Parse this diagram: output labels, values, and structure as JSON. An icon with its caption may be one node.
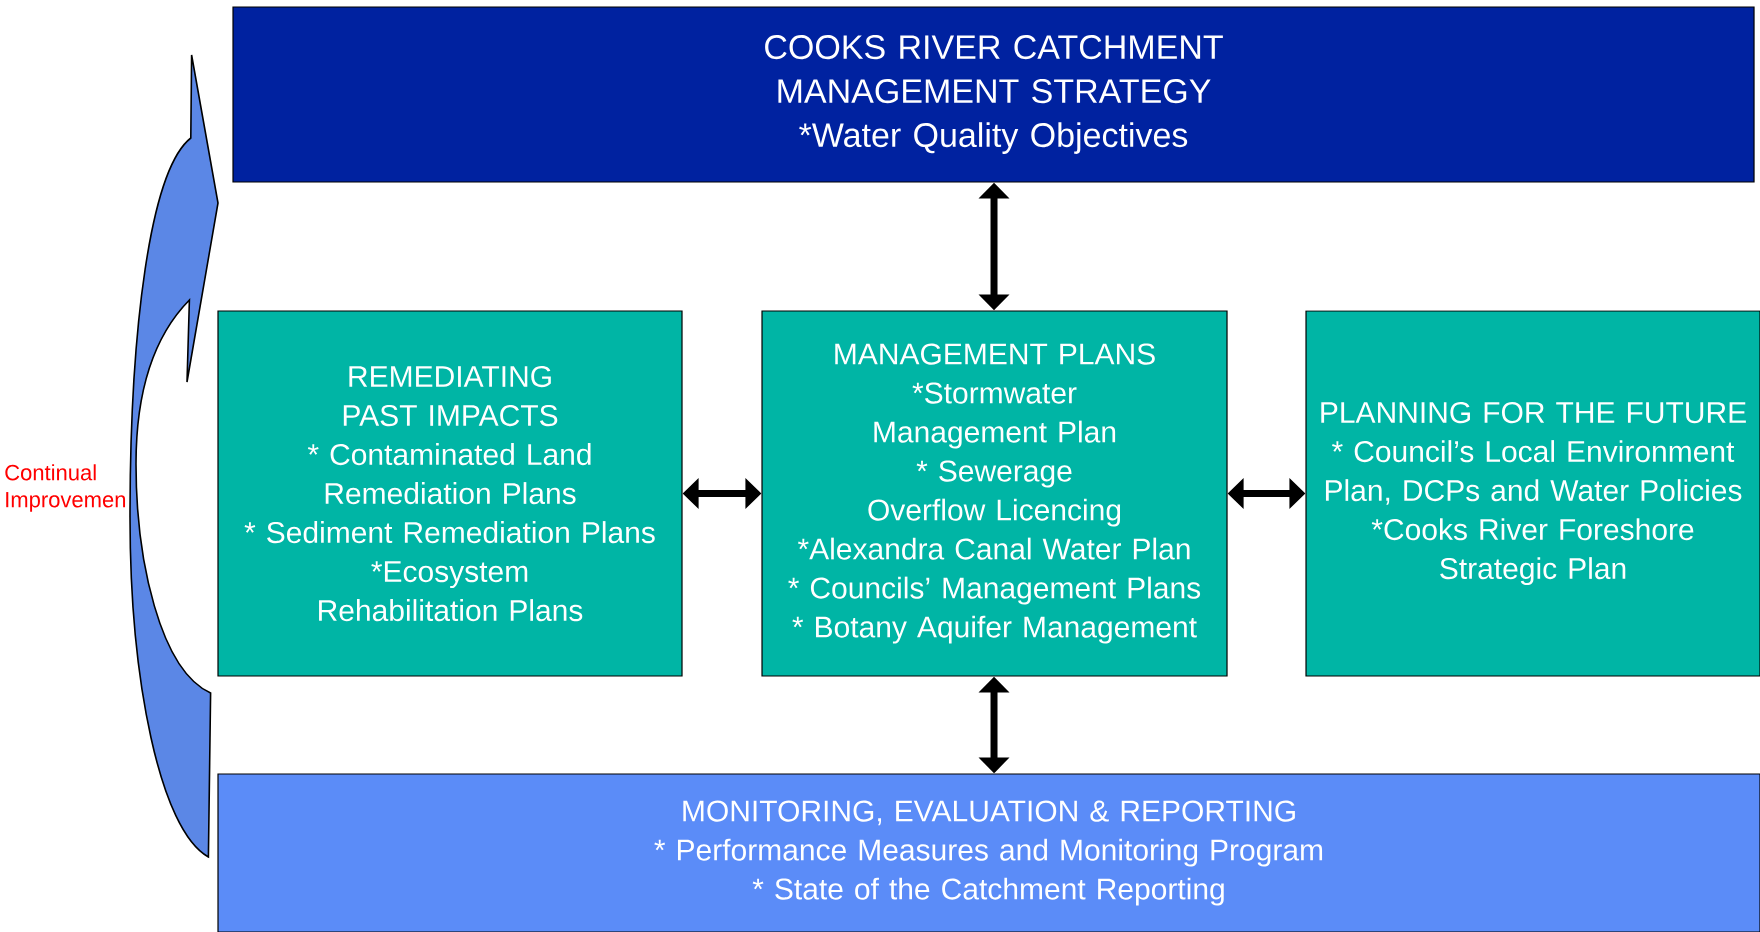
{
  "diagram": {
    "nodes": [
      {
        "text": [
          "COOKS RIVER CATCHMENT MANAGEMENT STRATEGY",
          "*Water Quality Objectives"
        ]
      },
      {
        "text": [
          "REMEDIATING PAST IMPACTS",
          "* Contaminated Land Remediation Plans",
          "* Sediment Remediation Plans",
          "*Ecosystem Rehabilitation Plans"
        ]
      },
      {
        "text": [
          "MANAGEMENT PLANS",
          "*Stormwater Management Plan",
          "* Sewerage Overflow Licencing",
          "*Alexandra Canal Water Plan",
          "* Councils’ Management Plans",
          "* Botany Aquifer Management"
        ]
      },
      {
        "text": [
          "PLANNING FOR THE FUTURE",
          "* Council’s Local Environment Plan, DCPs and Water Policies",
          "*Cooks River Foreshore Strategic Plan"
        ]
      },
      {
        "text": [
          "MONITORING, EVALUATION & REPORTING",
          "* Performance Measures and Monitoring Program",
          "* State of the Catchment Reporting"
        ]
      }
    ],
    "edges": [
      {
        "from": 0,
        "to": 2,
        "arrow": "both"
      },
      {
        "from": 1,
        "to": 2,
        "arrow": "both"
      },
      {
        "from": 2,
        "to": 3,
        "arrow": "both"
      },
      {
        "from": 2,
        "to": 4,
        "arrow": "both"
      }
    ],
    "labels": [
      "Continual Improvemen"
    ]
  }
}
